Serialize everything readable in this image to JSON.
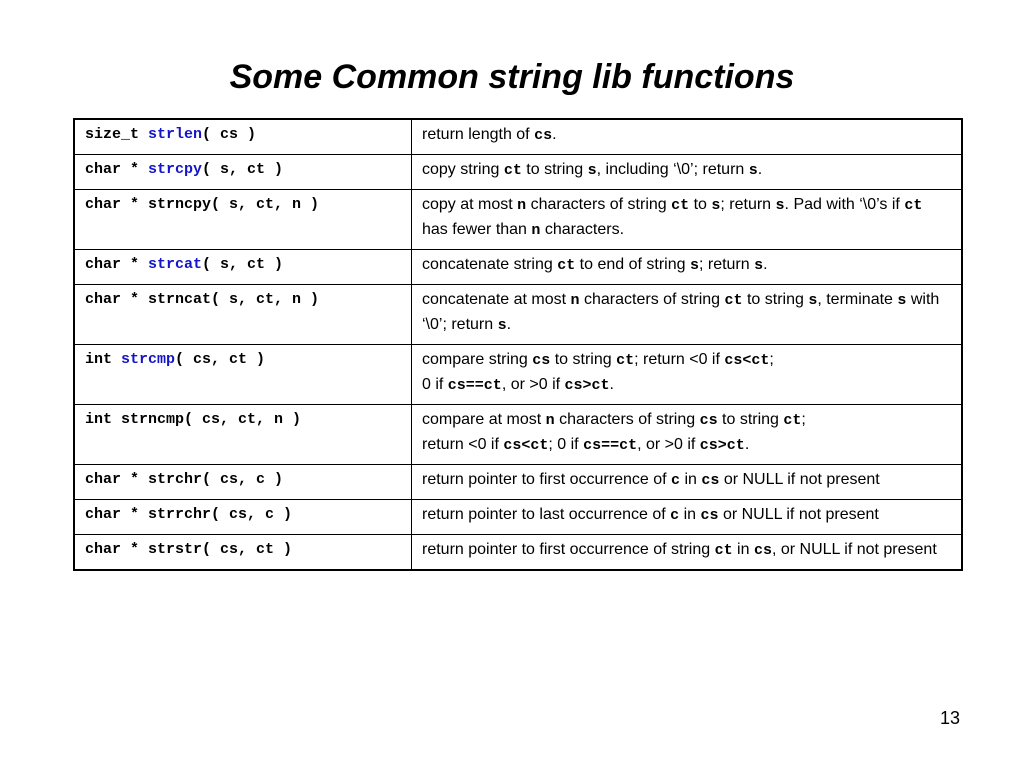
{
  "slide": {
    "title": "Some Common string lib functions",
    "page_number": "13"
  },
  "colors": {
    "highlight": "#1414c8"
  },
  "rows": [
    {
      "signature": [
        {
          "t": "size_t "
        },
        {
          "t": "strlen",
          "hl": true
        },
        {
          "t": "( cs )"
        }
      ],
      "description": [
        {
          "t": "return length of "
        },
        {
          "t": "cs",
          "code": true
        },
        {
          "t": "."
        }
      ]
    },
    {
      "signature": [
        {
          "t": "char * "
        },
        {
          "t": "strcpy",
          "hl": true
        },
        {
          "t": "( s, ct )"
        }
      ],
      "description": [
        {
          "t": "copy string "
        },
        {
          "t": "ct",
          "code": true
        },
        {
          "t": " to string "
        },
        {
          "t": "s",
          "code": true
        },
        {
          "t": ", including ‘\\0’; return "
        },
        {
          "t": "s",
          "code": true
        },
        {
          "t": "."
        }
      ]
    },
    {
      "signature": [
        {
          "t": "char * strncpy( s, ct, n )"
        }
      ],
      "description": [
        {
          "t": "copy at most "
        },
        {
          "t": "n",
          "code": true
        },
        {
          "t": " characters of string "
        },
        {
          "t": "ct",
          "code": true
        },
        {
          "t": " to "
        },
        {
          "t": "s",
          "code": true
        },
        {
          "t": "; return "
        },
        {
          "t": "s",
          "code": true
        },
        {
          "t": ". Pad with ‘\\0’s if "
        },
        {
          "t": "ct",
          "code": true
        },
        {
          "t": " has fewer than "
        },
        {
          "t": "n",
          "code": true
        },
        {
          "t": " characters."
        }
      ]
    },
    {
      "signature": [
        {
          "t": "char * "
        },
        {
          "t": "strcat",
          "hl": true
        },
        {
          "t": "( s, ct )"
        }
      ],
      "description": [
        {
          "t": "concatenate string "
        },
        {
          "t": "ct",
          "code": true
        },
        {
          "t": " to end of string "
        },
        {
          "t": "s",
          "code": true
        },
        {
          "t": "; return "
        },
        {
          "t": "s",
          "code": true
        },
        {
          "t": "."
        }
      ]
    },
    {
      "signature": [
        {
          "t": "char * strncat( s, ct, n )"
        }
      ],
      "description": [
        {
          "t": "concatenate at most "
        },
        {
          "t": "n",
          "code": true
        },
        {
          "t": " characters of string "
        },
        {
          "t": "ct",
          "code": true
        },
        {
          "t": " to string "
        },
        {
          "t": "s",
          "code": true
        },
        {
          "t": ", terminate "
        },
        {
          "t": "s",
          "code": true
        },
        {
          "t": " with ‘\\0’; return "
        },
        {
          "t": "s",
          "code": true
        },
        {
          "t": "."
        }
      ]
    },
    {
      "signature": [
        {
          "t": "int "
        },
        {
          "t": "strcmp",
          "hl": true
        },
        {
          "t": "( cs, ct )"
        }
      ],
      "description": [
        {
          "t": "compare string "
        },
        {
          "t": "cs",
          "code": true
        },
        {
          "t": " to string "
        },
        {
          "t": "ct",
          "code": true
        },
        {
          "t": "; return <0 if "
        },
        {
          "t": "cs<ct",
          "code": true
        },
        {
          "t": ";"
        },
        {
          "br": true
        },
        {
          "t": "0 if "
        },
        {
          "t": "cs==ct",
          "code": true
        },
        {
          "t": ", or >0 if "
        },
        {
          "t": "cs>ct",
          "code": true
        },
        {
          "t": "."
        }
      ]
    },
    {
      "signature": [
        {
          "t": "int strncmp( cs, ct, n )"
        }
      ],
      "description": [
        {
          "t": "compare at most "
        },
        {
          "t": "n",
          "code": true
        },
        {
          "t": " characters of string "
        },
        {
          "t": "cs",
          "code": true
        },
        {
          "t": " to string "
        },
        {
          "t": "ct",
          "code": true
        },
        {
          "t": ";"
        },
        {
          "br": true
        },
        {
          "t": "return <0 if "
        },
        {
          "t": "cs<ct",
          "code": true
        },
        {
          "t": "; 0 if "
        },
        {
          "t": "cs==ct",
          "code": true
        },
        {
          "t": ", or >0 if "
        },
        {
          "t": "cs>ct",
          "code": true
        },
        {
          "t": "."
        }
      ]
    },
    {
      "signature": [
        {
          "t": "char * strchr( cs, c )"
        }
      ],
      "description": [
        {
          "t": "return pointer to first occurrence of "
        },
        {
          "t": "c",
          "code": true
        },
        {
          "t": " in "
        },
        {
          "t": "cs",
          "code": true
        },
        {
          "t": " or NULL if not present"
        }
      ]
    },
    {
      "signature": [
        {
          "t": "char * strrchr( cs, c )"
        }
      ],
      "description": [
        {
          "t": "return pointer to last occurrence of "
        },
        {
          "t": "c",
          "code": true
        },
        {
          "t": " in "
        },
        {
          "t": "cs",
          "code": true
        },
        {
          "t": " or NULL if not present"
        }
      ]
    },
    {
      "signature": [
        {
          "t": "char * strstr( cs, ct )"
        }
      ],
      "description": [
        {
          "t": "return pointer to first occurrence of string "
        },
        {
          "t": "ct",
          "code": true
        },
        {
          "t": " in "
        },
        {
          "t": "cs",
          "code": true
        },
        {
          "t": ", or NULL if not present"
        }
      ]
    }
  ]
}
